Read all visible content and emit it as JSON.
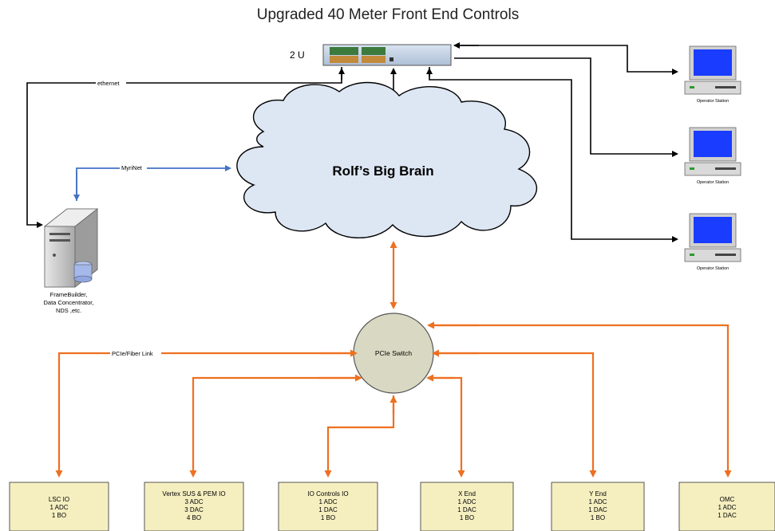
{
  "title": "Upgraded 40 Meter Front End Controls",
  "rack_label": "2 U",
  "ethernet_label": "ethernet",
  "myrinet_label": "MyriNet",
  "cloud_label": "Rolf’s Big Brain",
  "switch_label": "PCIe Switch",
  "fiber_label": "PCIe/Fiber Link",
  "framebuilder": {
    "line1": "FrameBuilder,",
    "line2": "Data Concentrator,",
    "line3": "NDS ,etc."
  },
  "operator_stations": [
    {
      "label": "Operator Station"
    },
    {
      "label": "Operator Station"
    },
    {
      "label": "Operator Station"
    }
  ],
  "io_boxes": [
    {
      "title": "LSC IO",
      "lines": [
        "1 ADC",
        "1 BO"
      ]
    },
    {
      "title": "Vertex SUS & PEM IO",
      "lines": [
        "3 ADC",
        "3 DAC",
        "4 BO"
      ]
    },
    {
      "title": "IO Controls IO",
      "lines": [
        "1 ADC",
        "1 DAC",
        "1 BO"
      ]
    },
    {
      "title": "X End",
      "lines": [
        "1 ADC",
        "1 DAC",
        "1 BO"
      ]
    },
    {
      "title": "Y End",
      "lines": [
        "1 ADC",
        "1 DAC",
        "1 BO"
      ]
    },
    {
      "title": "OMC",
      "lines": [
        "1 ADC",
        "1 DAC"
      ]
    }
  ],
  "colors": {
    "ethernet": "#000000",
    "myrinet": "#4472c4",
    "pcie": "#ed7020",
    "cloud_fill": "#dde6f3",
    "switch_fill": "#d9d9c3",
    "box_fill": "#f5efc0",
    "rack_fill": "#c7d7ea",
    "monitor_screen": "#1a3cff"
  }
}
